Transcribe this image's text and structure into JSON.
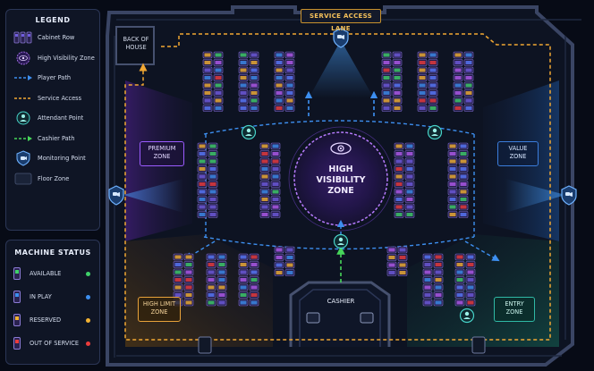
{
  "title_lane": "SERVICE ACCESS LANE",
  "zones": {
    "high_visibility": [
      "HIGH",
      "VISIBILITY",
      "ZONE"
    ],
    "premium": [
      "PREMIUM",
      "ZONE"
    ],
    "value": [
      "VALUE",
      "ZONE"
    ],
    "high_limit": [
      "HIGH LIMIT",
      "ZONE"
    ],
    "entry": [
      "ENTRY",
      "ZONE"
    ],
    "back_of_house": [
      "BACK OF",
      "HOUSE"
    ],
    "cashier": "CASHIER"
  },
  "legend": {
    "title": "LEGEND",
    "items": [
      {
        "label": "Cabinet Row",
        "icon": "cabinet-row-icon"
      },
      {
        "label": "High Visibility Zone",
        "icon": "eye-icon"
      },
      {
        "label": "Player Path",
        "icon": "player-path-icon"
      },
      {
        "label": "Service Access",
        "icon": "service-access-icon"
      },
      {
        "label": "Attendant Point",
        "icon": "attendant-icon"
      },
      {
        "label": "Cashier Path",
        "icon": "cashier-path-icon"
      },
      {
        "label": "Monitoring Point",
        "icon": "camera-shield-icon"
      },
      {
        "label": "Floor Zone",
        "icon": "floor-zone-icon"
      }
    ]
  },
  "machine_status": {
    "title": "MACHINE STATUS",
    "items": [
      {
        "label": "AVAILABLE",
        "color": "#3fd16a"
      },
      {
        "label": "IN PLAY",
        "color": "#3d8ff0"
      },
      {
        "label": "RESERVED",
        "color": "#f2b233"
      },
      {
        "label": "OUT OF SERVICE",
        "color": "#ec3c3c"
      }
    ]
  },
  "colors": {
    "player_path": "#3d8ff0",
    "service_access": "#f2a833",
    "cashier_path": "#47d65a",
    "high_visibility": "#b77bff",
    "attendant": "#47d2c8",
    "premium_zone": "#9b5cff",
    "value_zone": "#3b7ddc",
    "high_limit_zone": "#e8a23a",
    "entry_zone": "#2fb9a6"
  }
}
